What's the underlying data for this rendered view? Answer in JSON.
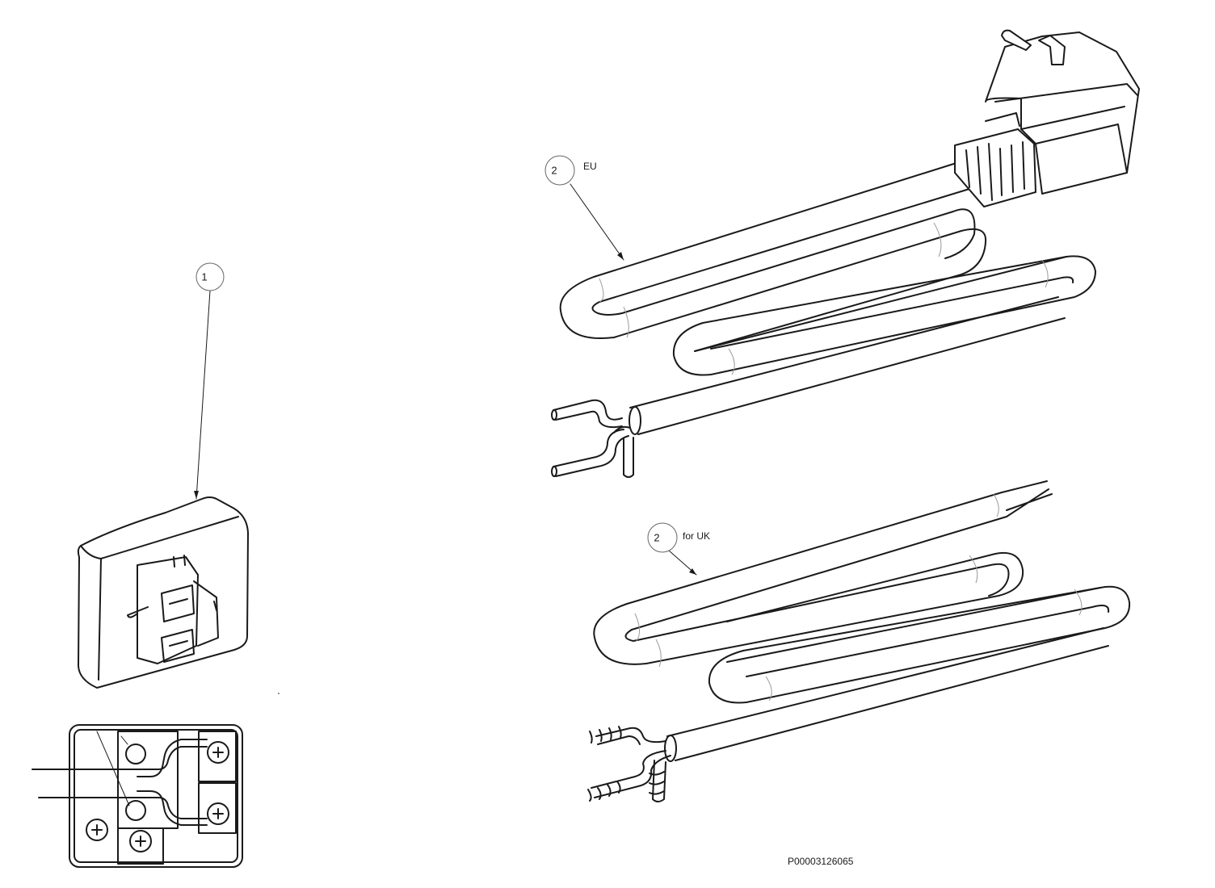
{
  "callouts": {
    "part1": {
      "number": "1"
    },
    "part2_eu": {
      "number": "2",
      "label": "EU"
    },
    "part2_uk": {
      "number": "2",
      "label": "for UK"
    }
  },
  "document_id": "P00003126065",
  "colors": {
    "line": "#1a1a1a",
    "callout": "#666666",
    "background": "#ffffff"
  },
  "icons": [
    "terminal-screw-icon",
    "schuko-plug-icon"
  ]
}
